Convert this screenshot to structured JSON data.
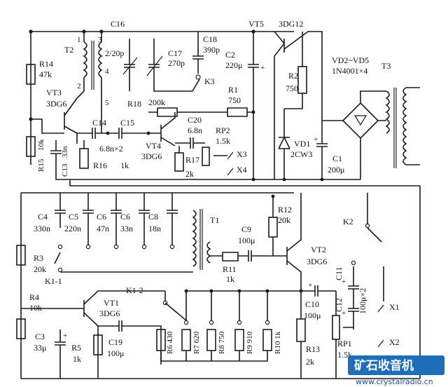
{
  "components": {
    "T1": "T1",
    "T2": "T2",
    "T3": "T3",
    "VT1": "VT1",
    "VT1_type": "3DG6",
    "VT2": "VT2",
    "VT2_type": "3DG6",
    "VT3": "VT3",
    "VT3_type": "3DG6",
    "VT4": "VT4",
    "VT4_type": "3DG6",
    "VT5": "VT5",
    "VT5_type": "3DG12",
    "VD1": "VD1",
    "VD1_type": "2CW3",
    "VD2_5": "VD2~VD5",
    "VD2_5_type": "1N4001×4",
    "R1": "R1",
    "R1_val": "750",
    "R2": "R2",
    "R2_val": "750",
    "R3": "R3",
    "R3_val": "20k",
    "R4": "R4",
    "R4_val": "10k",
    "R5": "R5",
    "R5_val": "1k",
    "R6": "R6 430",
    "R7": "R7 620",
    "R8": "R8 750",
    "R9": "R9 910",
    "R10": "R10 1k",
    "R11": "R11",
    "R11_val": "1k",
    "R12": "R12",
    "R12_val": "20k",
    "R13": "R13",
    "R13_val": "2k",
    "R14": "R14",
    "R14_val": "47k",
    "R15": "R15",
    "R15_val": "10k",
    "R16": "R16",
    "R16_val": "1k",
    "R17": "R17",
    "R17_val": "2k",
    "R18": "R18",
    "R18_val": "200k",
    "RP1": "RP1",
    "RP1_val": "1.5k",
    "RP2": "RP2",
    "RP2_val": "1.5k",
    "C1": "C1",
    "C1_val": "200μ",
    "C2": "C2",
    "C2_val": "220μ",
    "C3": "C3",
    "C3_val": "33μ",
    "C4": "C4",
    "C4_val": "330n",
    "C5": "C5",
    "C5_val": "220n",
    "C6a": "C6",
    "C6a_val": "47n",
    "C6b": "C6",
    "C6b_val": "33n",
    "C8": "C8",
    "C8_val": "18n",
    "C9": "C9",
    "C9_val": "100μ",
    "C10": "C10",
    "C10_val": "100μ",
    "C11": "C11",
    "C12": "C12",
    "C11_12_val": "100μ×2",
    "C13": "C13",
    "C13_val": "33n",
    "C14": "C14",
    "C15": "C15",
    "C14_15_val": "6.8n×2",
    "C16": "C16",
    "C16_val": "2/20p",
    "C17": "C17",
    "C17_val": "270p",
    "C18": "C18",
    "C18_val": "390p",
    "C19": "C19",
    "C19_val": "100μ",
    "C20": "C20",
    "C20_val": "6.8n",
    "K1_1": "K1-1",
    "K1_2": "K1-2",
    "K2": "K2",
    "K3": "K3",
    "X1": "X1",
    "X2": "X2",
    "X3": "X3",
    "X4": "X4",
    "pin1": "1",
    "pin2": "2",
    "pin3": "3",
    "pin4": "4",
    "pin5": "5"
  },
  "watermark": {
    "title": "矿石收音机",
    "url": "www.crystalradio.cn"
  },
  "colors": {
    "ink": "#1a1a1a",
    "watermark": "#1f6fb8"
  }
}
